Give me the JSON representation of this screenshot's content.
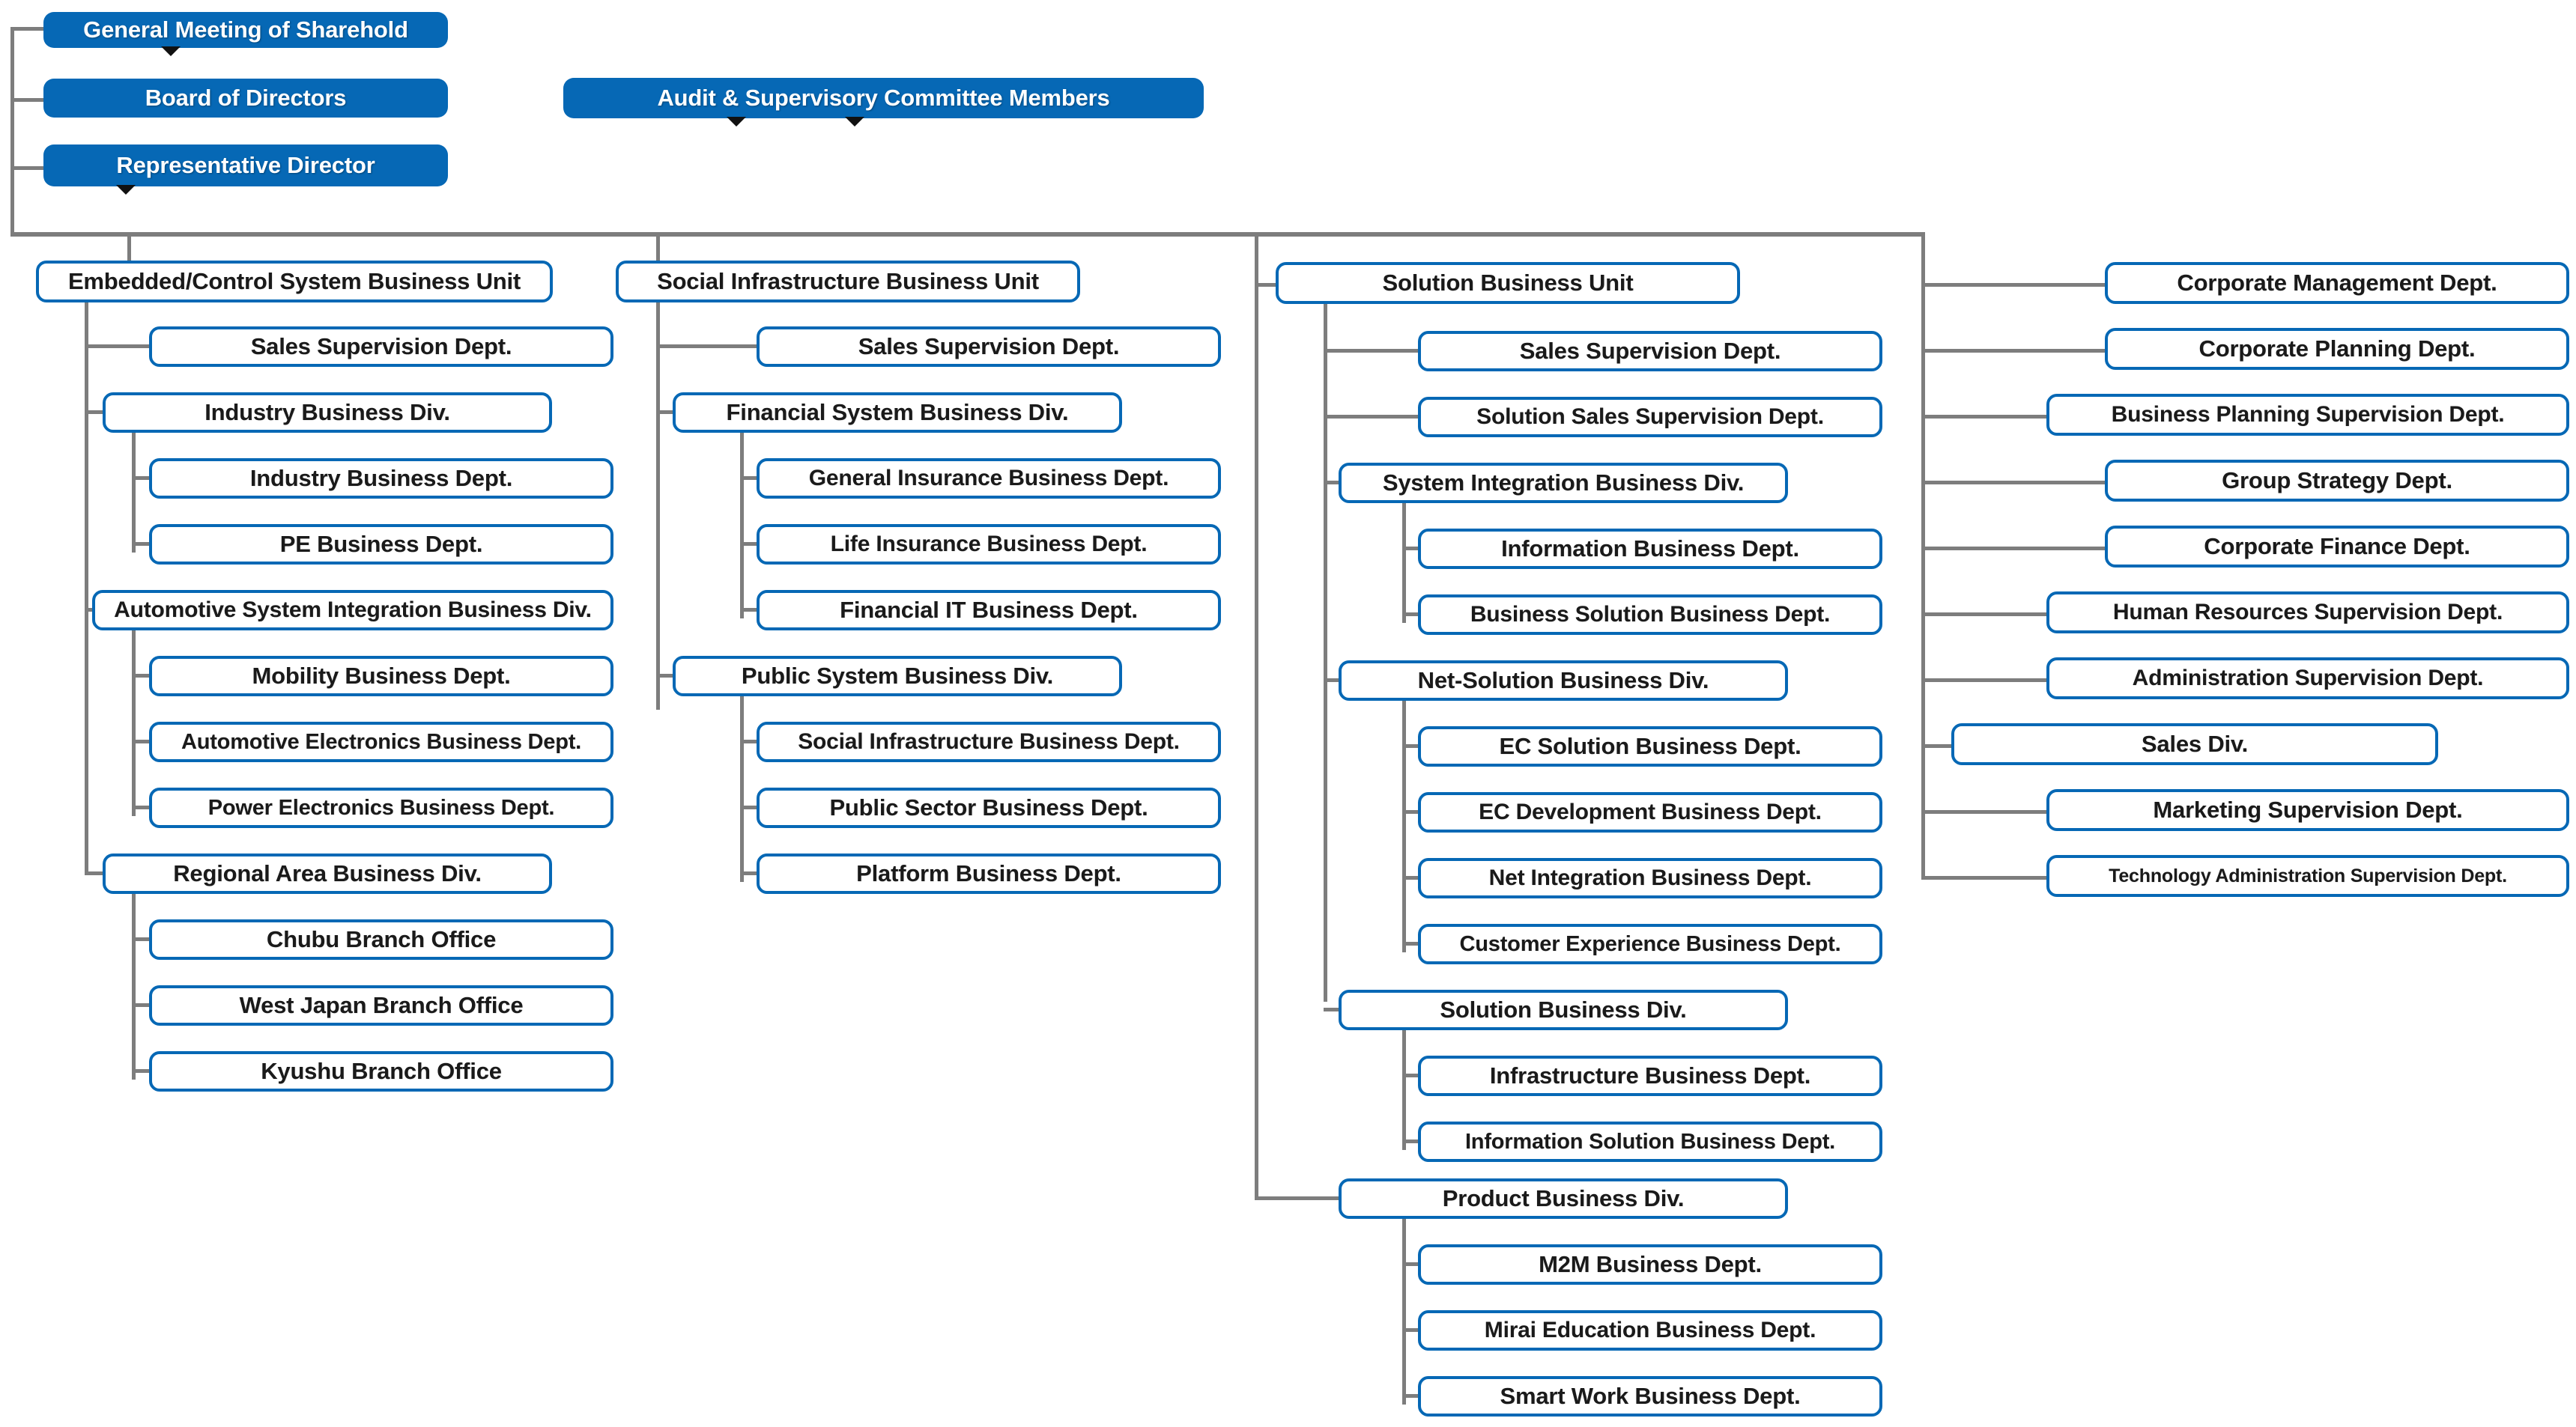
{
  "title": "Organization Chart",
  "colors": {
    "accent_blue": "#0668b5",
    "line_gray": "#7d7d7d",
    "box_text": "#1a1a1a",
    "header_text": "#ffffff",
    "background": "#ffffff"
  },
  "governance": {
    "shareholders_meeting": "General Meeting of Sharehold",
    "board_of_directors": "Board of Directors",
    "representative_director": "Representative  Director",
    "audit_committee": "Audit & Supervisory Committee Members"
  },
  "columns": [
    {
      "id": "embedded-control",
      "unit": "Embedded/Control System Business Unit",
      "children": [
        {
          "label": "Sales Supervision Dept.",
          "level": "dept",
          "children": []
        },
        {
          "label": "Industry Business Div.",
          "level": "div",
          "children": [
            {
              "label": "Industry Business Dept."
            },
            {
              "label": "PE Business Dept."
            }
          ]
        },
        {
          "label": "Automotive System Integration Business Div.",
          "level": "div",
          "children": [
            {
              "label": "Mobility Business Dept."
            },
            {
              "label": "Automotive Electronics Business Dept."
            },
            {
              "label": "Power Electronics Business Dept."
            }
          ]
        },
        {
          "label": "Regional Area Business Div.",
          "level": "div",
          "children": [
            {
              "label": "Chubu Branch Office"
            },
            {
              "label": "West Japan Branch Office"
            },
            {
              "label": "Kyushu Branch Office"
            }
          ]
        }
      ]
    },
    {
      "id": "social-infrastructure",
      "unit": "Social Infrastructure Business Unit",
      "children": [
        {
          "label": "Sales Supervision Dept.",
          "level": "dept",
          "children": []
        },
        {
          "label": "Financial System Business Div.",
          "level": "div",
          "children": [
            {
              "label": "General Insurance Business Dept."
            },
            {
              "label": "Life Insurance Business Dept."
            },
            {
              "label": "Financial IT Business Dept."
            }
          ]
        },
        {
          "label": "Public System Business Div.",
          "level": "div",
          "children": [
            {
              "label": "Social Infrastructure Business Dept."
            },
            {
              "label": "Public Sector Business Dept."
            },
            {
              "label": "Platform Business Dept."
            }
          ]
        }
      ]
    },
    {
      "id": "solution",
      "unit": "Solution Business Unit",
      "children": [
        {
          "label": "Sales Supervision Dept.",
          "level": "dept",
          "children": []
        },
        {
          "label": "Solution Sales Supervision Dept.",
          "level": "dept",
          "children": []
        },
        {
          "label": "System Integration Business Div.",
          "level": "div",
          "children": [
            {
              "label": "Information Business Dept."
            },
            {
              "label": "Business Solution Business Dept."
            }
          ]
        },
        {
          "label": "Net-Solution Business Div.",
          "level": "div",
          "children": [
            {
              "label": "EC Solution Business Dept."
            },
            {
              "label": "EC Development Business Dept."
            },
            {
              "label": "Net Integration Business Dept."
            },
            {
              "label": "Customer Experience Business Dept."
            }
          ]
        },
        {
          "label": "Solution Business Div.",
          "level": "div",
          "children": [
            {
              "label": "Infrastructure Business Dept."
            },
            {
              "label": "Information Solution Business Dept."
            }
          ]
        }
      ],
      "standalone_divisions": [
        {
          "label": "Product Business Div.",
          "children": [
            {
              "label": "M2M Business Dept."
            },
            {
              "label": "Mirai Education Business Dept."
            },
            {
              "label": "Smart Work Business Dept."
            }
          ]
        }
      ]
    }
  ],
  "corporate": {
    "items": [
      "Corporate Management Dept.",
      "Corporate Planning Dept.",
      "Business Planning Supervision Dept.",
      "Group Strategy Dept.",
      "Corporate Finance Dept.",
      "Human Resources Supervision Dept.",
      "Administration Supervision Dept.",
      "Sales Div.",
      "Marketing Supervision Dept.",
      "Technology Administration Supervision Dept."
    ]
  }
}
